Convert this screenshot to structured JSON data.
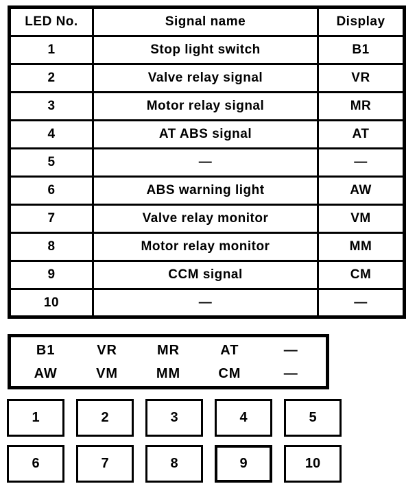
{
  "table": {
    "headers": [
      "LED No.",
      "Signal name",
      "Display"
    ],
    "rows": [
      {
        "led": "1",
        "signal": "Stop light switch",
        "display": "B1"
      },
      {
        "led": "2",
        "signal": "Valve relay signal",
        "display": "VR"
      },
      {
        "led": "3",
        "signal": "Motor relay signal",
        "display": "MR"
      },
      {
        "led": "4",
        "signal": "AT ABS signal",
        "display": "AT"
      },
      {
        "led": "5",
        "signal": "—",
        "display": "—"
      },
      {
        "led": "6",
        "signal": "ABS warning light",
        "display": "AW"
      },
      {
        "led": "7",
        "signal": "Valve relay monitor",
        "display": "VM"
      },
      {
        "led": "8",
        "signal": "Motor relay monitor",
        "display": "MM"
      },
      {
        "led": "9",
        "signal": "CCM signal",
        "display": "CM"
      },
      {
        "led": "10",
        "signal": "—",
        "display": "—"
      }
    ]
  },
  "display_panel": {
    "rows": [
      [
        "B1",
        "VR",
        "MR",
        "AT",
        "—"
      ],
      [
        "AW",
        "VM",
        "MM",
        "CM",
        "—"
      ]
    ]
  },
  "led_buttons": {
    "rows": [
      [
        "1",
        "2",
        "3",
        "4",
        "5"
      ],
      [
        "6",
        "7",
        "8",
        "9",
        "10"
      ]
    ]
  },
  "colors": {
    "ink": "#000000",
    "paper": "#ffffff"
  }
}
